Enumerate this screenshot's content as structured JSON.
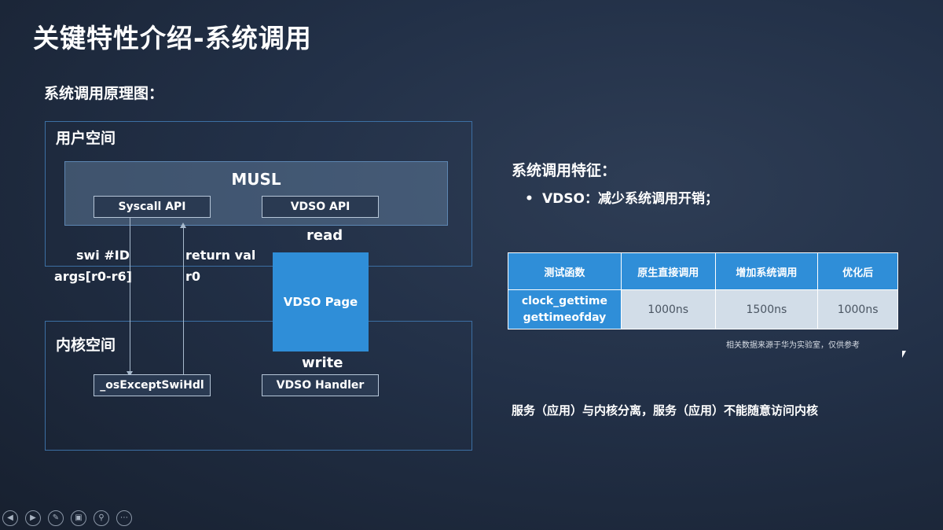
{
  "slide": {
    "title": "关键特性介绍-系统调用",
    "subtitle": "系统调用原理图："
  },
  "diagram": {
    "user_space_label": "用户空间",
    "kernel_space_label": "内核空间",
    "musl_label": "MUSL",
    "syscall_api_label": "Syscall API",
    "vdso_api_label": "VDSO API",
    "swi_label": "swi #ID",
    "args_label": "args[r0-r6]",
    "return_label": "return val",
    "r0_label": "r0",
    "read_label": "read",
    "write_label": "write",
    "vdso_page_label": "VDSO Page",
    "except_handler_label": "_osExceptSwiHdl",
    "vdso_handler_label": "VDSO  Handler"
  },
  "features": {
    "title": "系统调用特征：",
    "bullet_symbol": "•",
    "bullet_text": "VDSO：减少系统调用开销；"
  },
  "perf_table": {
    "headers": [
      "测试函数",
      "原生直接调用",
      "增加系统调用",
      "优化后"
    ],
    "row": {
      "functions": [
        "clock_gettime",
        "gettimeofday"
      ],
      "values": [
        "1000ns",
        "1500ns",
        "1000ns"
      ]
    },
    "note": "相关数据来源于华为实验室，仅供参考"
  },
  "summary": "服务（应用）与内核分离，服务（应用）不能随意访问内核",
  "controls": [
    {
      "icon": "prev-icon",
      "glyph": "◀"
    },
    {
      "icon": "next-icon",
      "glyph": "▶"
    },
    {
      "icon": "pen-icon",
      "glyph": "✎"
    },
    {
      "icon": "slides-icon",
      "glyph": "▣"
    },
    {
      "icon": "zoom-icon",
      "glyph": "⚲"
    },
    {
      "icon": "more-icon",
      "glyph": "⋯"
    }
  ],
  "colors": {
    "accent_blue": "#2f8ed8",
    "region_border": "#3c6fa3",
    "table_value_bg": "#d2dde8"
  }
}
